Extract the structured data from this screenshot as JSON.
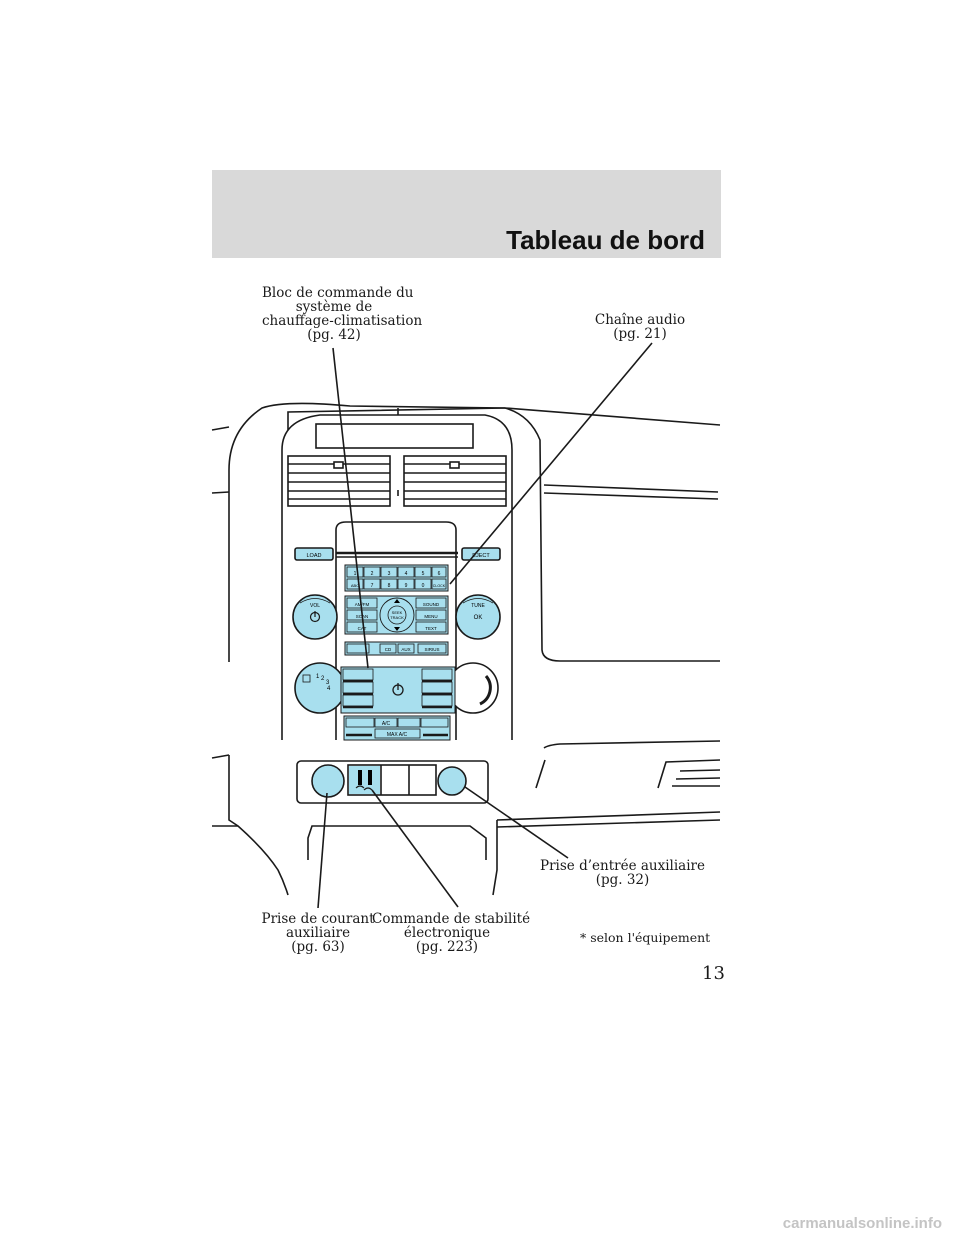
{
  "header": {
    "title": "Tableau de bord"
  },
  "callouts": {
    "hvac": [
      "Bloc de commande du",
      "système de",
      "chauffage-climatisation",
      "(pg. 42)"
    ],
    "audio": [
      "Chaîne audio",
      "(pg. 21)"
    ],
    "aux_input": [
      "Prise d’entrée auxiliaire",
      "(pg. 32)"
    ],
    "power_point": [
      "Prise de courant",
      "auxiliaire",
      "(pg. 63)"
    ],
    "stability": [
      "Commande de stabilité",
      "électronique",
      "(pg. 223)"
    ]
  },
  "footnote": "* selon l'équipement",
  "page_number": "13",
  "radio": {
    "load": "LOAD",
    "eject": "EJECT",
    "presets_top": [
      "1",
      "2",
      "3",
      "4",
      "5",
      "6"
    ],
    "presets_bottom": [
      "7",
      "8",
      "9",
      "0"
    ],
    "presets_left": "ABC",
    "presets_right": "CLOCK",
    "vol": "VOL",
    "tune": "TUNE",
    "ok": "OK",
    "sound": "SOUND",
    "menu": "MENU",
    "text": "TEXT",
    "seek": "SEEK",
    "track": "TRACK",
    "scan": "SCAN",
    "cat": "CAT",
    "am_fm": "AM/FM",
    "cd": "CD",
    "aux": "AUX",
    "sirius": "SIRIUS"
  },
  "climate": {
    "fan_speeds": [
      "1",
      "2",
      "3",
      "4"
    ],
    "ac": "A/C",
    "max_ac": "MAX A/C"
  },
  "colors": {
    "panel": "#a8dfee",
    "header": "#d9d9d9",
    "line": "#1a1a1a"
  },
  "watermark": "carmanualsonline.info"
}
